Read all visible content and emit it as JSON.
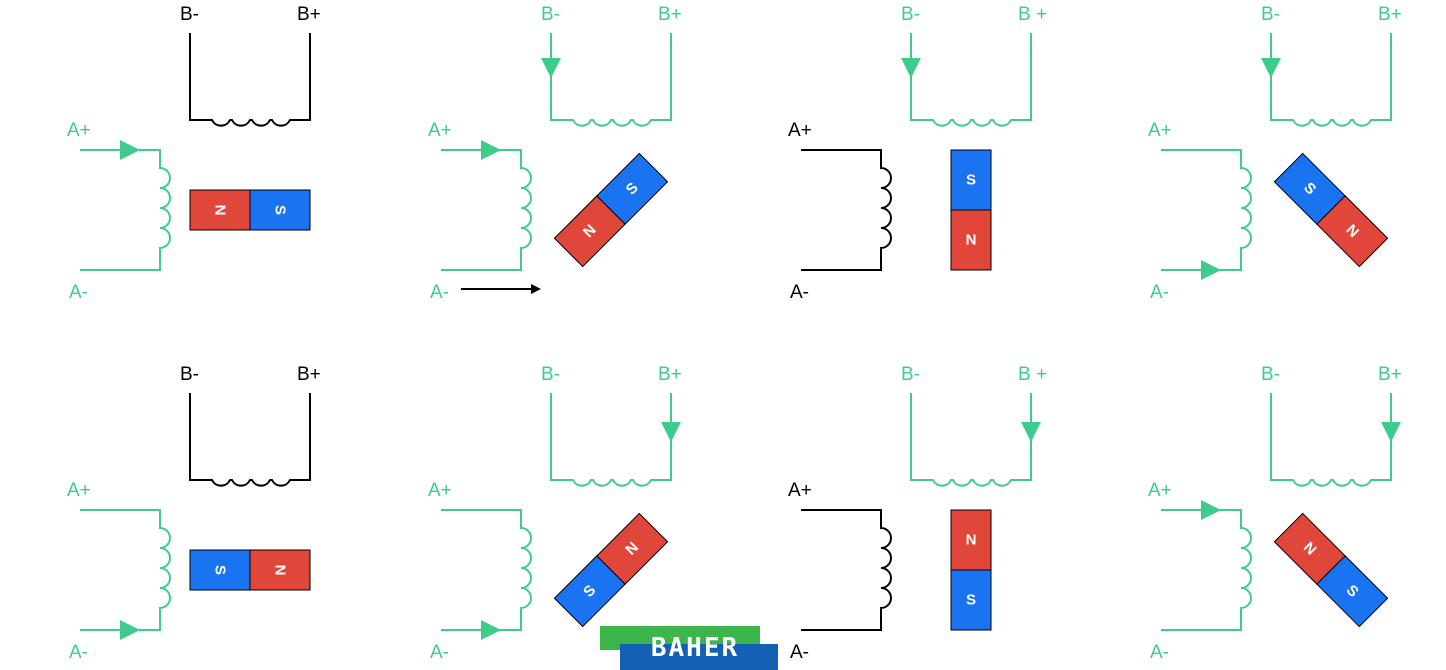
{
  "colors": {
    "active": "#3dcc8b",
    "inactive": "#000000",
    "north": "#e0473a",
    "south": "#1a73f0"
  },
  "magnet_labels": {
    "north": "N",
    "south": "S"
  },
  "logo_text": "BAHER",
  "panels": [
    {
      "labels": {
        "a_plus": "A+",
        "a_minus": "A-",
        "b_minus": "B-",
        "b_plus": "B+"
      },
      "coil_a": "active",
      "coil_b": "inactive",
      "arrow_a": "a_plus_in",
      "arrow_b": "none",
      "magnet": "horizontal_n_left"
    },
    {
      "labels": {
        "a_plus": "A+",
        "a_minus": "A-",
        "b_minus": "B-",
        "b_plus": "B+"
      },
      "coil_a": "active",
      "coil_b": "active",
      "arrow_a": "a_plus_in",
      "arrow_b": "b_minus_down",
      "magnet": "diagonal_n_lower_left",
      "extra_arrow": true
    },
    {
      "labels": {
        "a_plus": "A+",
        "a_minus": "A-",
        "b_minus": "B-",
        "b_plus": "B +"
      },
      "coil_a": "inactive",
      "coil_b": "active",
      "arrow_a": "none",
      "arrow_b": "b_minus_down",
      "magnet": "vertical_n_bottom"
    },
    {
      "labels": {
        "a_plus": "A+",
        "a_minus": "A-",
        "b_minus": "B-",
        "b_plus": "B+"
      },
      "coil_a": "active",
      "coil_b": "active",
      "arrow_a": "a_minus_in",
      "arrow_b": "b_minus_down",
      "magnet": "diagonal_n_lower_right"
    },
    {
      "labels": {
        "a_plus": "A+",
        "a_minus": "A-",
        "b_minus": "B-",
        "b_plus": "B+"
      },
      "coil_a": "active",
      "coil_b": "inactive",
      "arrow_a": "a_minus_in",
      "arrow_b": "none",
      "magnet": "horizontal_n_right"
    },
    {
      "labels": {
        "a_plus": "A+",
        "a_minus": "A-",
        "b_minus": "B-",
        "b_plus": "B+"
      },
      "coil_a": "active",
      "coil_b": "active",
      "arrow_a": "a_minus_in",
      "arrow_b": "b_plus_down",
      "magnet": "diagonal_n_upper_right"
    },
    {
      "labels": {
        "a_plus": "A+",
        "a_minus": "A-",
        "b_minus": "B-",
        "b_plus": "B +"
      },
      "coil_a": "inactive",
      "coil_b": "active",
      "arrow_a": "none",
      "arrow_b": "b_plus_down",
      "magnet": "vertical_n_top"
    },
    {
      "labels": {
        "a_plus": "A+",
        "a_minus": "A-",
        "b_minus": "B-",
        "b_plus": "B+"
      },
      "coil_a": "active",
      "coil_b": "active",
      "arrow_a": "a_plus_in",
      "arrow_b": "b_plus_down",
      "magnet": "diagonal_n_upper_left"
    }
  ]
}
